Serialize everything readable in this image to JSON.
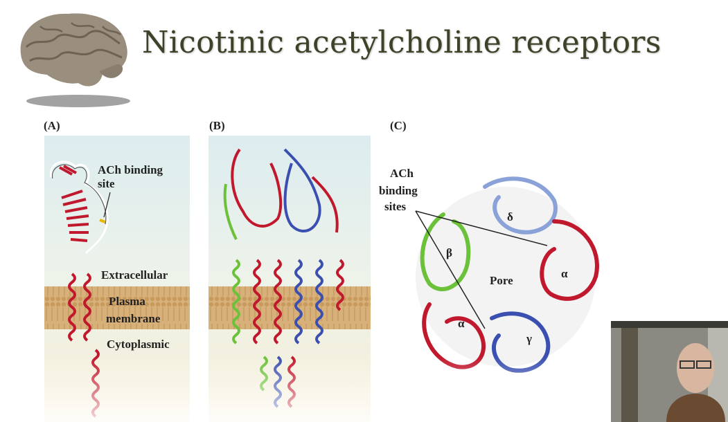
{
  "slide": {
    "title": "Nicotinic acetylcholine  receptors"
  },
  "panels": {
    "a": {
      "label": "(A)",
      "ach_binding": "ACh binding\nsite",
      "extracellular": "Extracellular",
      "plasma": "Plasma",
      "membrane": "membrane",
      "cytoplasmic": "Cytoplasmic"
    },
    "b": {
      "label": "(B)"
    },
    "c": {
      "label": "(C)",
      "ach_binding_1": "ACh",
      "ach_binding_2": "binding",
      "ach_binding_3": "sites",
      "delta": "δ",
      "beta": "β",
      "alpha1": "α",
      "alpha2": "α",
      "gamma": "γ",
      "pore": "Pore"
    }
  },
  "colors": {
    "alpha": "#c0182c",
    "beta": "#6cc13a",
    "gamma": "#3a4fb0",
    "delta": "#8aa2d8",
    "membrane": "#d9b27a"
  }
}
